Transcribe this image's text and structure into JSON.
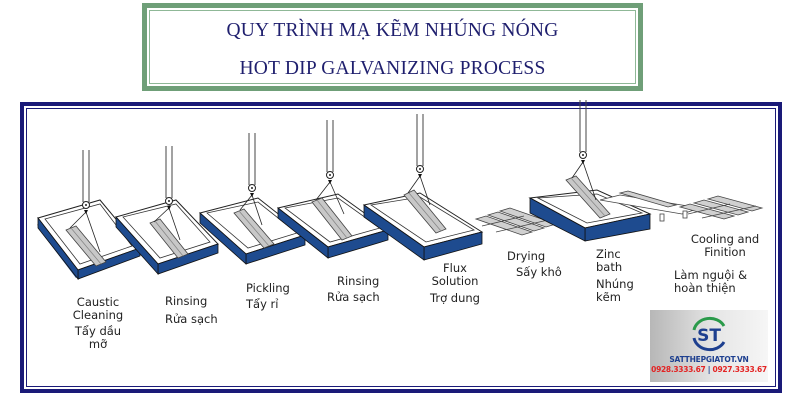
{
  "title": {
    "line1": "QUY TRÌNH MẠ KẼM NHÚNG NÓNG",
    "line2": "HOT DIP GALVANIZING PROCESS"
  },
  "colors": {
    "title_border": "#6f9f78",
    "title_text": "#1f1f6e",
    "frame": "#1a1a78",
    "tank_side": "#1e4b8f",
    "steel": "#c8c8c8",
    "logo_blue": "#1d3f8f",
    "logo_green": "#2a9a4a",
    "logo_red": "#e32424"
  },
  "steps": [
    {
      "id": "caustic-cleaning",
      "en": [
        "Caustic",
        "Cleaning"
      ],
      "vi": [
        "Tẩy dầu",
        "mỡ"
      ]
    },
    {
      "id": "rinsing-1",
      "en": [
        "Rinsing"
      ],
      "vi": [
        "Rửa sạch"
      ]
    },
    {
      "id": "pickling",
      "en": [
        "Pickling"
      ],
      "vi": [
        "Tẩy rỉ"
      ]
    },
    {
      "id": "rinsing-2",
      "en": [
        "Rinsing"
      ],
      "vi": [
        "Rửa sạch"
      ]
    },
    {
      "id": "flux-solution",
      "en": [
        "Flux",
        "Solution"
      ],
      "vi": [
        "Trợ dung"
      ]
    },
    {
      "id": "drying",
      "en": [
        "Drying"
      ],
      "vi": [
        "Sấy khô"
      ]
    },
    {
      "id": "zinc-bath",
      "en": [
        "Zinc",
        "bath"
      ],
      "vi": [
        "Nhúng",
        "kẽm"
      ]
    },
    {
      "id": "cooling-finition",
      "en": [
        "Cooling and",
        "Finition"
      ],
      "vi": [
        "Làm nguội &",
        "hoàn thiện"
      ]
    }
  ],
  "logo": {
    "monogram": "ST",
    "site": "SATTHEPGIATOT.VN",
    "phone1": "0928.3333.67",
    "separator": "|",
    "phone2": "0927.3333.67"
  }
}
